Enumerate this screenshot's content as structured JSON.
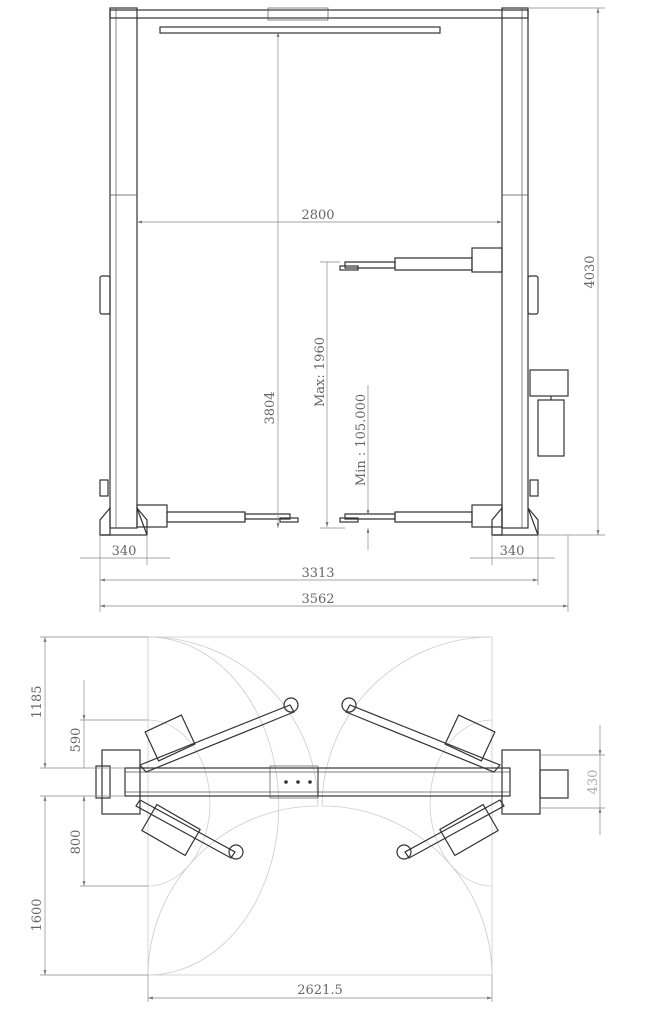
{
  "front_view": {
    "span_between_posts": "2800",
    "inner_height": "3804",
    "overall_height": "4030",
    "max_lift": "Max: 1960",
    "min_height": "Min : 105.000",
    "base_left": "340",
    "base_right": "340",
    "outer_width": "3313",
    "overall_width": "3562"
  },
  "top_view": {
    "front_arm_reach": "1185",
    "front_arm_min": "590",
    "rear_arm_min": "800",
    "rear_arm_reach": "1600",
    "post_depth": "430",
    "arm_sweep_width": "2621.5"
  }
}
